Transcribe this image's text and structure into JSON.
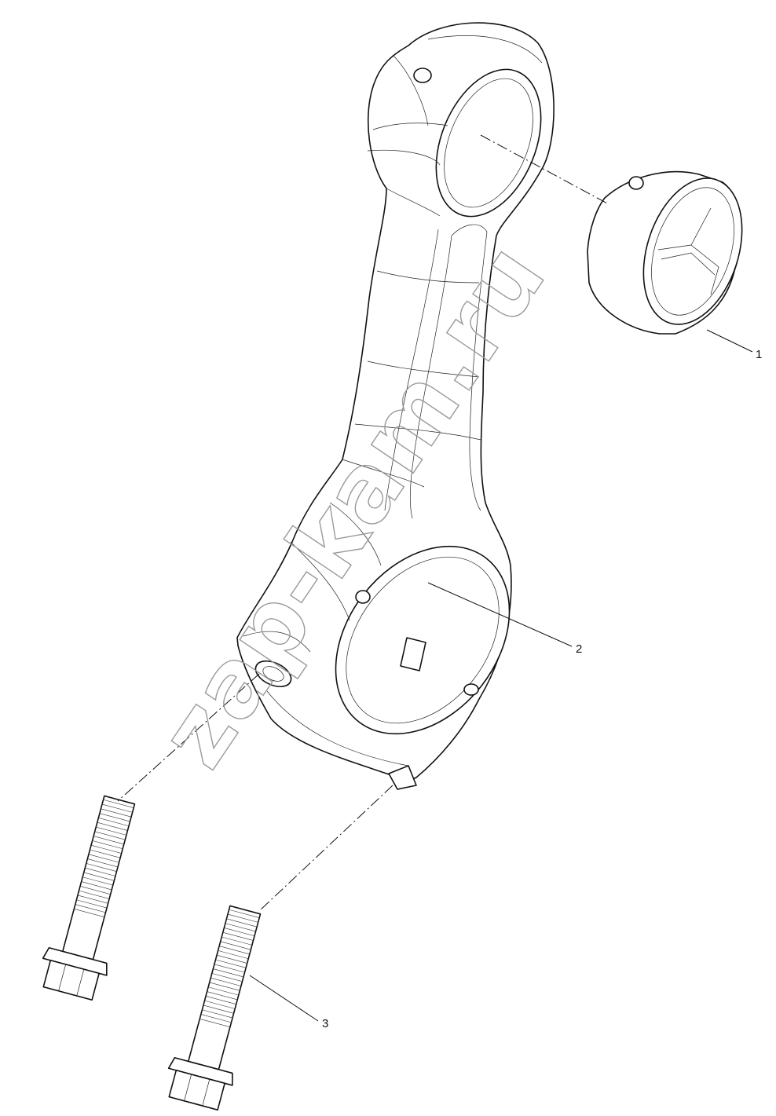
{
  "diagram": {
    "watermark": "zap-kam.ru",
    "callouts": [
      {
        "id": "bushing",
        "label": "1"
      },
      {
        "id": "connecting-rod",
        "label": "2"
      },
      {
        "id": "bolt",
        "label": "3"
      }
    ]
  }
}
